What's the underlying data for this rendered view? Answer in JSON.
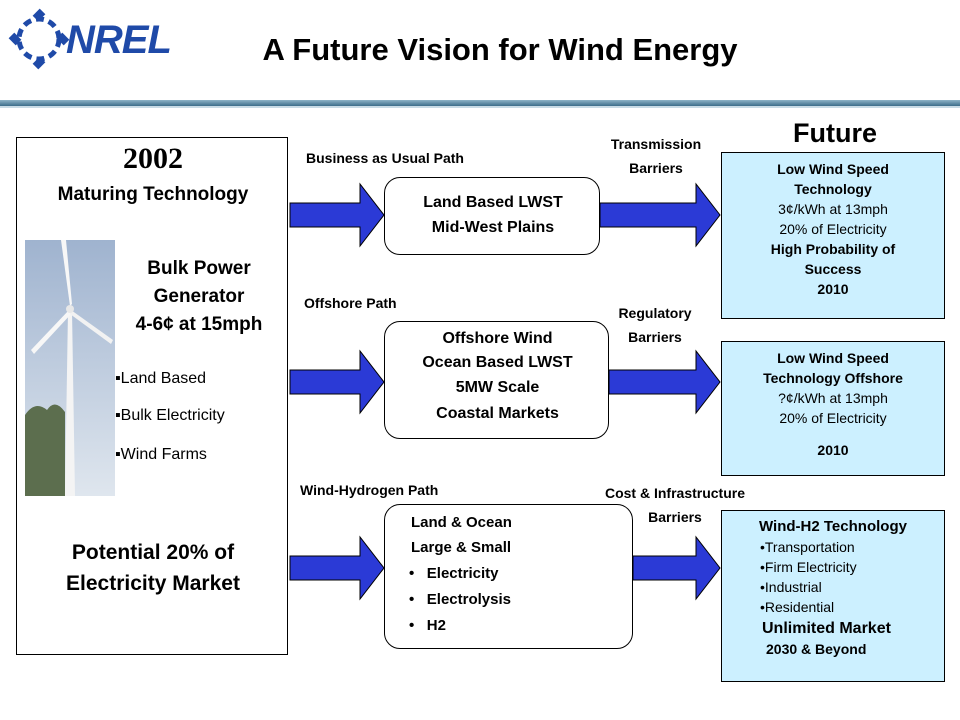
{
  "header": {
    "logo_text": "NREL",
    "title": "A Future Vision for Wind Energy"
  },
  "left": {
    "year": "2002",
    "subtitle": "Maturing Technology",
    "bulk_line1": "Bulk Power",
    "bulk_line2": "Generator",
    "bulk_line3": "4-6¢ at 15mph",
    "bullets": [
      "Land Based",
      "Bulk Electricity",
      "Wind Farms"
    ],
    "potential_line1": "Potential 20% of",
    "potential_line2": "Electricity Market"
  },
  "paths": {
    "bau_label": "Business as Usual Path",
    "offshore_label": "Offshore Path",
    "h2_label": "Wind-Hydrogen Path"
  },
  "mid": {
    "box1": [
      "Land Based LWST",
      "Mid-West Plains"
    ],
    "box2": [
      "Offshore Wind",
      "Ocean Based LWST",
      "5MW Scale",
      "Coastal Markets"
    ],
    "box3_head": [
      "Land & Ocean",
      "Large & Small"
    ],
    "box3_bullets": [
      "Electricity",
      "Electrolysis",
      "H2"
    ]
  },
  "barriers": {
    "b1": [
      "Transmission",
      "Barriers"
    ],
    "b2": [
      "Regulatory",
      "Barriers"
    ],
    "b3": [
      "Cost & Infrastructure",
      "Barriers"
    ]
  },
  "future": {
    "heading": "Future",
    "box1": {
      "l1": "Low Wind Speed",
      "l2": "Technology",
      "l3": "3¢/kWh at 13mph",
      "l4": "20% of Electricity",
      "l5": "High Probability of",
      "l6": "Success",
      "l7": "2010"
    },
    "box2": {
      "l1": "Low Wind Speed",
      "l2": "Technology Offshore",
      "l3": "?¢/kWh at 13mph",
      "l4": "20% of Electricity",
      "l5": "2010"
    },
    "box3": {
      "title": "Wind-H2 Technology",
      "bullets": [
        "•Transportation",
        "•Firm Electricity",
        "•Industrial",
        "•Residential"
      ],
      "market": "Unlimited Market",
      "date": "2030 & Beyond"
    }
  },
  "colors": {
    "arrow": "#2b3ad6",
    "future_box": "#ccf0ff",
    "logo": "#1f4aa8"
  }
}
